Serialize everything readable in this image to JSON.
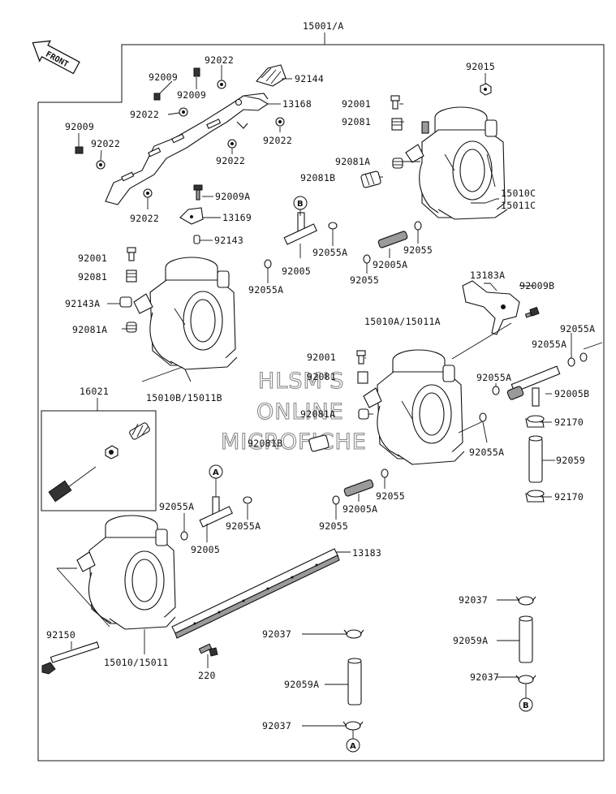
{
  "diagram": {
    "assembly_label": "15001/A",
    "front_label": "FRONT",
    "watermark": [
      "HLSM'S",
      "ONLINE",
      "MICROFICHE"
    ],
    "ref_markers": {
      "a": "A",
      "b": "B"
    },
    "labels": {
      "l92022a": "92022",
      "l92009a": "92009",
      "l92144": "92144",
      "l92009b": "92009",
      "l13168": "13168",
      "l92022b": "92022",
      "l92009c": "92009",
      "l92022c": "92022",
      "l92022d": "92022",
      "l92022e": "92022",
      "l92022f": "92022",
      "l92009A": "92009A",
      "l13169": "13169",
      "l92143": "92143",
      "l92015": "92015",
      "l92001a": "92001",
      "l92081a": "92081",
      "l92081Aa": "92081A",
      "l92081Ba": "92081B",
      "l15010C": "15010C",
      "l15011C": "15011C",
      "l92055Aa": "92055A",
      "l92005a": "92005",
      "l92055Ab": "92055A",
      "l92055a": "92055",
      "l92005Aa": "92005A",
      "l92055b": "92055",
      "l92001b": "92001",
      "l92081b": "92081",
      "l92143A": "92143A",
      "l92081Ab": "92081A",
      "l15010B": "15010B/15011B",
      "l13183A": "13183A",
      "l92009B": "92009B",
      "l15010A": "15010A/15011A",
      "l92055Ac": "92055A",
      "l92055Ad": "92055A",
      "l92001c": "92001",
      "l92081c": "92081",
      "l92055Ae": "92055A",
      "l92005B": "92005B",
      "l16021": "16021",
      "l92081Ac": "92081A",
      "l92170a": "92170",
      "l92081Bb": "92081B",
      "l92055Af": "92055A",
      "l92059": "92059",
      "l92055Ag": "92055A",
      "l92055c": "92055",
      "l92055Ah": "92055A",
      "l92005Ab": "92005A",
      "l92170b": "92170",
      "l92005b": "92005",
      "l92055d": "92055",
      "l13183": "13183",
      "l92037a": "92037",
      "l92150": "92150",
      "l92037b": "92037",
      "l92059Aa": "92059A",
      "l15010": "15010/15011",
      "l220": "220",
      "l92037c": "92037",
      "l92059Ab": "92059A",
      "l92037d": "92037"
    }
  }
}
